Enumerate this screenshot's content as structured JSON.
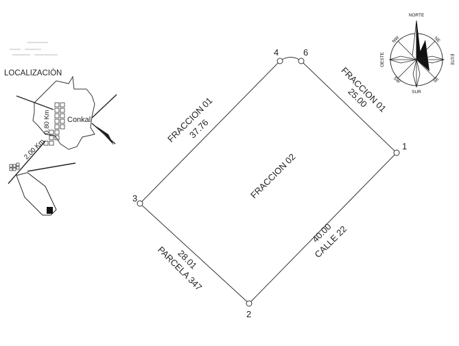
{
  "location_map": {
    "title": "LOCALIZACIÓN",
    "town": "Conkal",
    "dist_1": "0.80 Km",
    "dist_2": "2.00 Km"
  },
  "compass": {
    "north": "NORTE",
    "south": "SUR",
    "east": "ESTE",
    "west": "OESTE",
    "ne": "NE",
    "nw": "NW",
    "se": "SE",
    "sw": "SW"
  },
  "plot": {
    "center_label": "FRACCION 02",
    "vertices": [
      "1",
      "2",
      "3",
      "4",
      "6"
    ],
    "sides": {
      "nw": {
        "name": "FRACCION 01",
        "length": "37.76"
      },
      "ne": {
        "name": "FRACCION 01",
        "length": "25.00"
      },
      "se": {
        "name": "CALLE 22",
        "length": "40.00"
      },
      "sw": {
        "name": "PARCELA 347",
        "length": "28.01"
      }
    }
  }
}
